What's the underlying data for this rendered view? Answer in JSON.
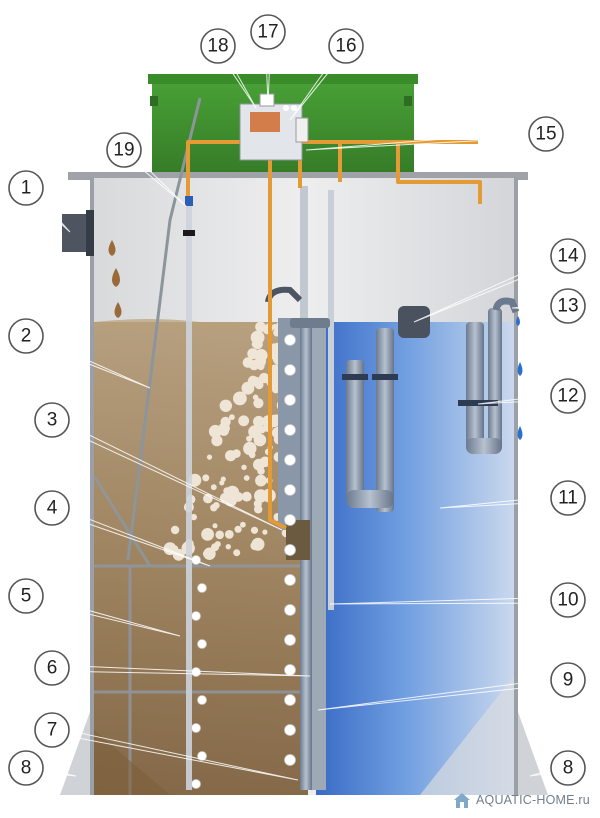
{
  "callouts": [
    {
      "id": "1",
      "label": "1"
    },
    {
      "id": "2",
      "label": "2"
    },
    {
      "id": "3",
      "label": "3"
    },
    {
      "id": "4",
      "label": "4"
    },
    {
      "id": "5",
      "label": "5"
    },
    {
      "id": "6",
      "label": "6"
    },
    {
      "id": "7",
      "label": "7"
    },
    {
      "id": "8L",
      "label": "8"
    },
    {
      "id": "8R",
      "label": "8"
    },
    {
      "id": "9",
      "label": "9"
    },
    {
      "id": "10",
      "label": "10"
    },
    {
      "id": "11",
      "label": "11"
    },
    {
      "id": "12",
      "label": "12"
    },
    {
      "id": "13",
      "label": "13"
    },
    {
      "id": "14",
      "label": "14"
    },
    {
      "id": "15",
      "label": "15"
    },
    {
      "id": "16",
      "label": "16"
    },
    {
      "id": "17",
      "label": "17"
    },
    {
      "id": "18",
      "label": "18"
    },
    {
      "id": "19",
      "label": "19"
    }
  ],
  "watermark": {
    "text": "AQUATIC-HOME.ru"
  },
  "colors": {
    "lid": "#3f8f2e",
    "tank_wall": "#c7c9cb",
    "sludge": "#8a6c46",
    "clean_water": "#4f86d6",
    "air_pipe": "#e8a33b"
  }
}
